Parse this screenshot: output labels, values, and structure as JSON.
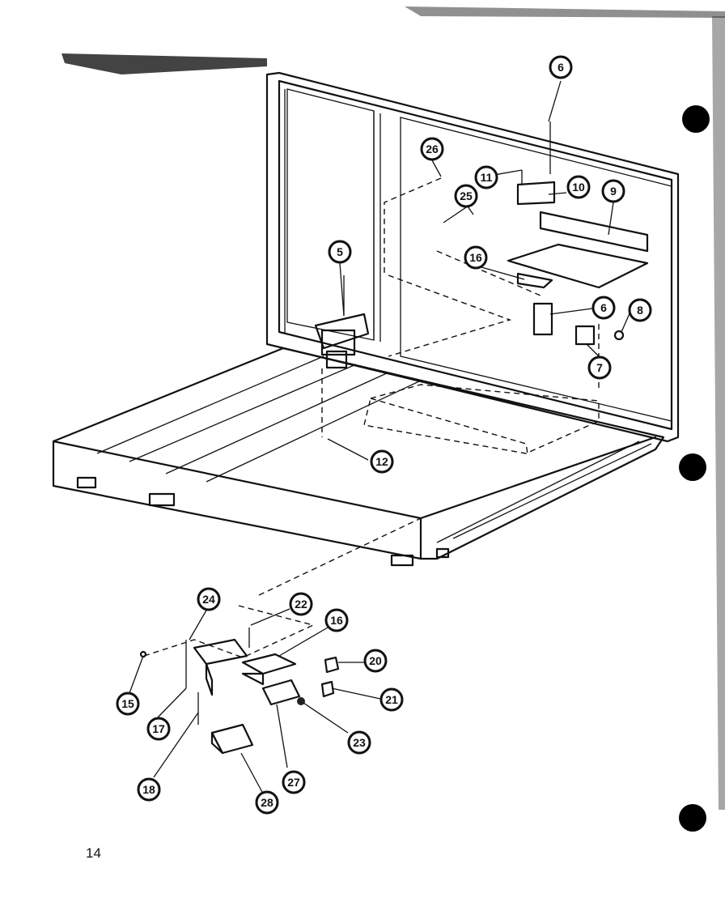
{
  "diagram": {
    "callouts": [
      {
        "id": "c6-top",
        "label": "6"
      },
      {
        "id": "c26",
        "label": "26"
      },
      {
        "id": "c11",
        "label": "11"
      },
      {
        "id": "c10",
        "label": "10"
      },
      {
        "id": "c9",
        "label": "9"
      },
      {
        "id": "c25",
        "label": "25"
      },
      {
        "id": "c16-top",
        "label": "16"
      },
      {
        "id": "c5",
        "label": "5"
      },
      {
        "id": "c6-mid",
        "label": "6"
      },
      {
        "id": "c8",
        "label": "8"
      },
      {
        "id": "c7",
        "label": "7"
      },
      {
        "id": "c12",
        "label": "12"
      },
      {
        "id": "c24",
        "label": "24"
      },
      {
        "id": "c22",
        "label": "22"
      },
      {
        "id": "c16-low",
        "label": "16"
      },
      {
        "id": "c20",
        "label": "20"
      },
      {
        "id": "c15",
        "label": "15"
      },
      {
        "id": "c21",
        "label": "21"
      },
      {
        "id": "c17",
        "label": "17"
      },
      {
        "id": "c23",
        "label": "23"
      },
      {
        "id": "c27",
        "label": "27"
      },
      {
        "id": "c18",
        "label": "18"
      },
      {
        "id": "c28",
        "label": "28"
      }
    ]
  },
  "page_number": "14"
}
